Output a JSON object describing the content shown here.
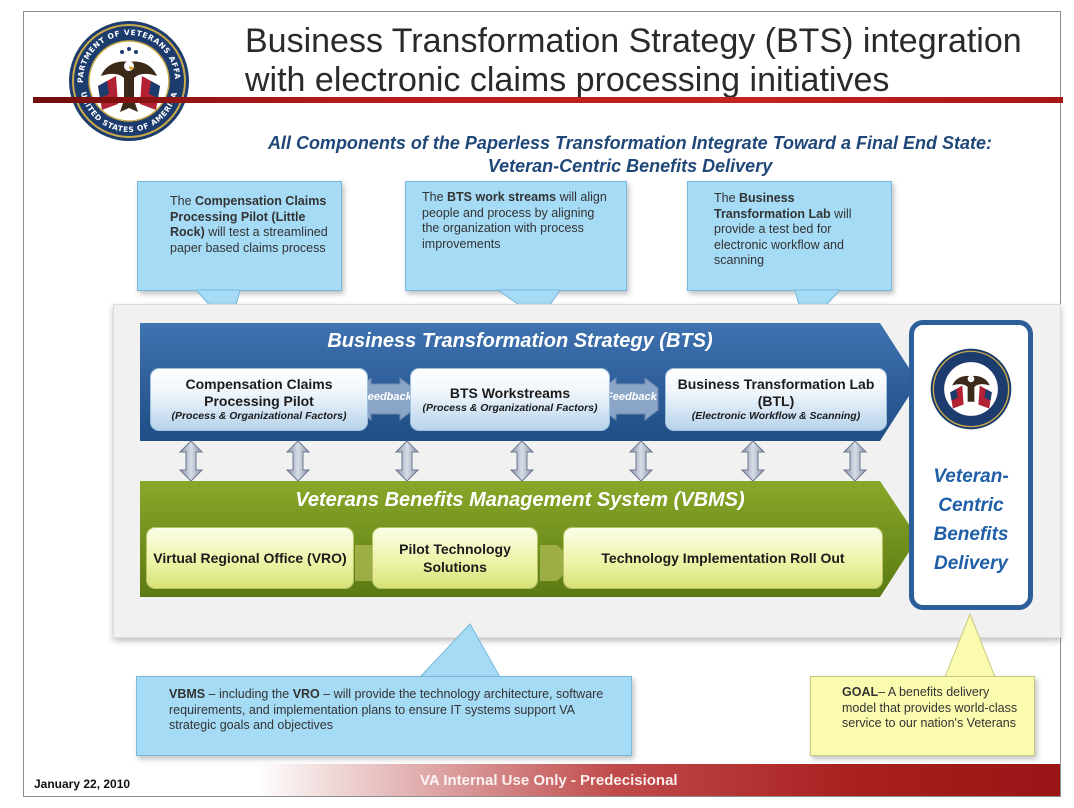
{
  "slide": {
    "title": "Business Transformation Strategy (BTS) integration\nwith electronic claims processing initiatives",
    "subtitle_line1": "All Components of the Paperless Transformation Integrate Toward a Final End State:",
    "subtitle_line2": "Veteran-Centric Benefits Delivery"
  },
  "callouts": {
    "pilot": {
      "p1": "The ",
      "b1": "Compensation Claims Processing Pilot (Little Rock)",
      "p2": " will test a streamlined paper based claims process"
    },
    "workstreams": {
      "p1": "The ",
      "b1": "BTS work streams",
      "p2": " will align people and process by aligning the organization with process improvements"
    },
    "lab": {
      "p1": "The ",
      "b1": "Business Transformation Lab",
      "p2": " will provide a test bed for electronic workflow and scanning"
    },
    "vbms": {
      "b1": "VBMS",
      "p1": " – including the ",
      "b2": "VRO",
      "p2": " – will provide the technology architecture, software requirements, and implementation plans to ensure IT systems support VA strategic goals and objectives"
    },
    "goal": {
      "b1": "GOAL",
      "p1": "– A benefits delivery model that provides world-class service to our nation's Veterans"
    }
  },
  "bts": {
    "band_title": "Business Transformation Strategy (BTS)",
    "feedback_label": "Feedback",
    "boxes": [
      {
        "title": "Compensation Claims Processing Pilot",
        "sub": "(Process & Organizational Factors)"
      },
      {
        "title": "BTS Workstreams",
        "sub": "(Process & Organizational Factors)"
      },
      {
        "title": "Business Transformation Lab (BTL)",
        "sub": "(Electronic Workflow & Scanning)"
      }
    ]
  },
  "vbms": {
    "band_title": "Veterans Benefits Management System (VBMS)",
    "boxes": [
      {
        "title": "Virtual Regional Office (VRO)"
      },
      {
        "title": "Pilot Technology Solutions"
      },
      {
        "title": "Technology Implementation Roll Out"
      }
    ]
  },
  "end_state": {
    "l1": "Veteran-",
    "l2": "Centric",
    "l3": "Benefits",
    "l4": "Delivery"
  },
  "logo": {
    "top_text": "DEPARTMENT OF VETERANS AFFAIRS",
    "bottom_text": "UNITED STATES OF AMERICA"
  },
  "footer": {
    "date": "January 22, 2010",
    "classification": "VA Internal Use Only - Predecisional"
  },
  "colors": {
    "bts_band": "#2a5c98",
    "vbms_band": "#6a8a1a",
    "callout_blue": "#a6dbf6",
    "callout_yellow": "#fbfbb0",
    "accent_red": "#b61b1b",
    "end_state_text": "#1f5fa7"
  }
}
